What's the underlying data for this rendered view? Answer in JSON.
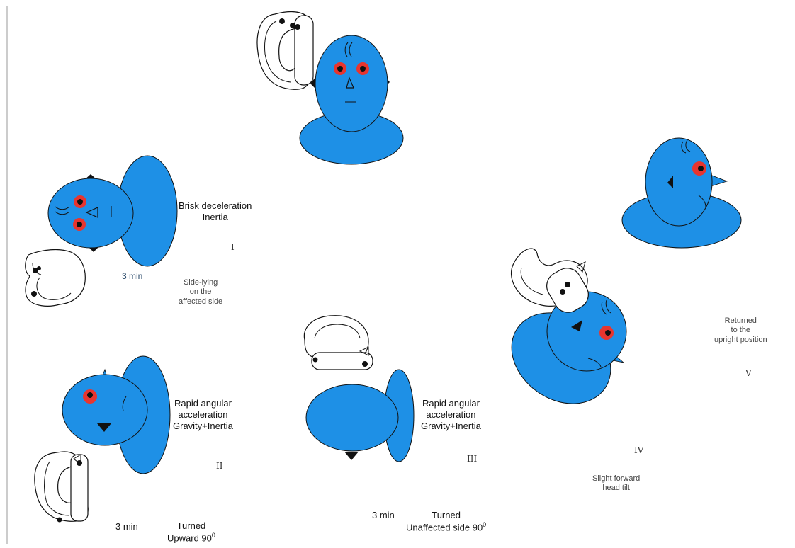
{
  "stages": {
    "I": {
      "numeral": "I",
      "caption": [
        "Brisk deceleration",
        "Inertia"
      ],
      "duration": "3 min",
      "position": [
        "Side-lying",
        "on the",
        "affected side"
      ]
    },
    "II": {
      "numeral": "II",
      "caption": [
        "Rapid angular",
        "acceleration",
        "Gravity+Inertia"
      ],
      "duration": "3 min",
      "position": [
        "Turned",
        "Upward 90"
      ],
      "degree_mark": "0"
    },
    "III": {
      "numeral": "III",
      "caption": [
        "Rapid angular",
        "acceleration",
        "Gravity+Inertia"
      ],
      "duration": "3 min",
      "position": [
        "Turned",
        "Unaffected side 90"
      ],
      "degree_mark": "0"
    },
    "IV": {
      "numeral": "IV",
      "position": [
        "Slight forward",
        "head tilt"
      ]
    },
    "V": {
      "numeral": "V",
      "position": [
        "Returned",
        "to the",
        "upright position"
      ]
    }
  },
  "colors": {
    "head_fill": "#1e90e6",
    "eye_ring": "#e8352f",
    "outline": "#111111",
    "page_rule": "#9a9a9a"
  }
}
